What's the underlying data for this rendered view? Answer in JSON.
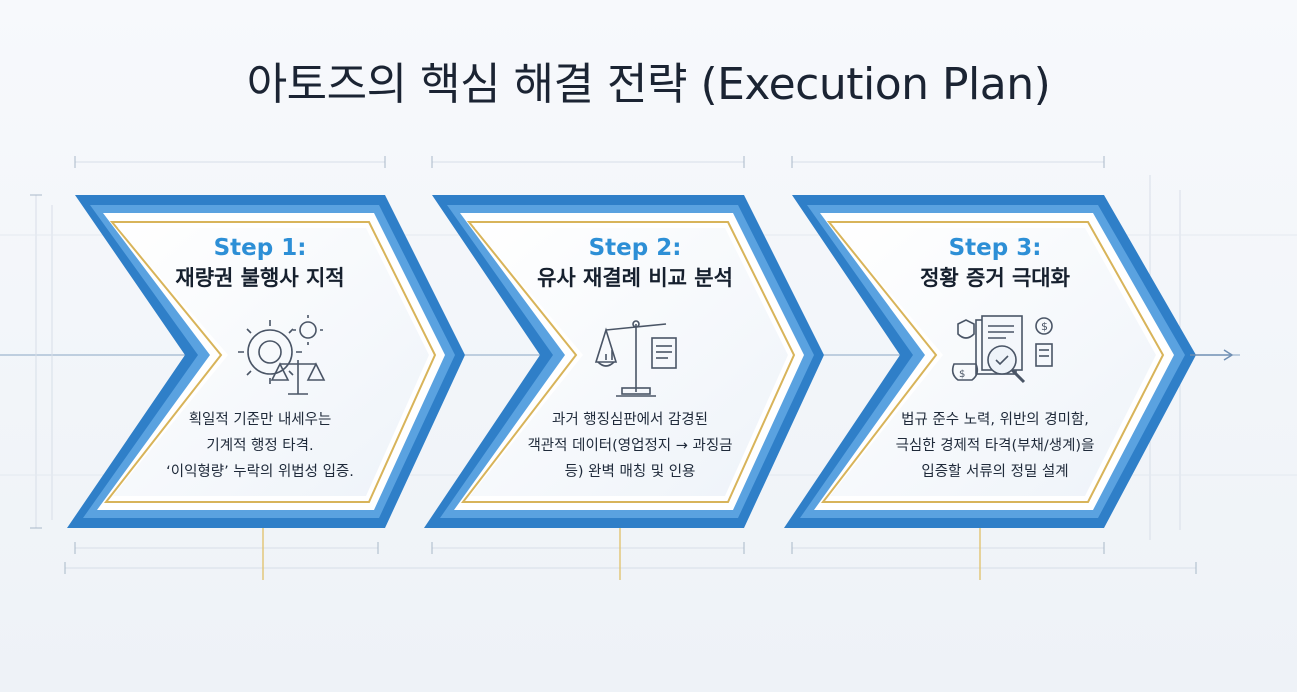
{
  "title": "아토즈의 핵심 해결 전략 (Execution Plan)",
  "steps": [
    {
      "label": "Step 1:",
      "title": "재량권 불행사 지적",
      "icon": "gear-scales-icon",
      "desc": [
        "획일적 기준만 내세우는",
        "기계적 행정 타격.",
        "‘이익형량’ 누락의 위법성 입증."
      ]
    },
    {
      "label": "Step 2:",
      "title": "유사 재결례 비교 분석",
      "icon": "balance-scale-document-icon",
      "desc": [
        "과거 행징심판에서 감경된",
        "객관적 데이터(영업정지 → 과징금",
        "등) 완벽 매칭 및 인용"
      ]
    },
    {
      "label": "Step 3:",
      "title": "정황 증거 극대화",
      "icon": "documents-magnifier-icon",
      "desc": [
        "법규 준수 노력, 위반의 경미함,",
        "극심한 경제적 타격(부채/생계)을",
        "입증할 서류의 정밀 설계"
      ]
    }
  ],
  "colors": {
    "outer_border": "#2f7fc8",
    "inner_border": "#d8b45a",
    "step_label": "#2d8fd6",
    "title_text": "#1b2433"
  }
}
